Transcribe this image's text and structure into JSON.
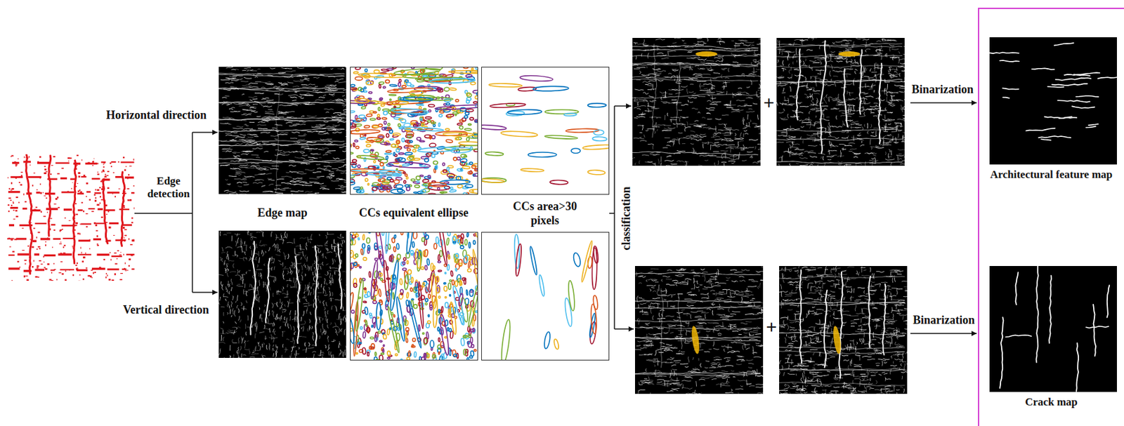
{
  "diagram": {
    "nodes": [
      {
        "text": [
          "Architectural feature map"
        ]
      },
      {
        "text": [
          "Crack map"
        ]
      }
    ],
    "labels": [
      "Horizontal direction",
      "Edge detection",
      "Vertical direction",
      "Edge map",
      "CCs equivalent ellipse",
      "CCs area>30 pixels",
      "classification",
      "+",
      "Binarization",
      "+",
      "Binarization"
    ]
  }
}
